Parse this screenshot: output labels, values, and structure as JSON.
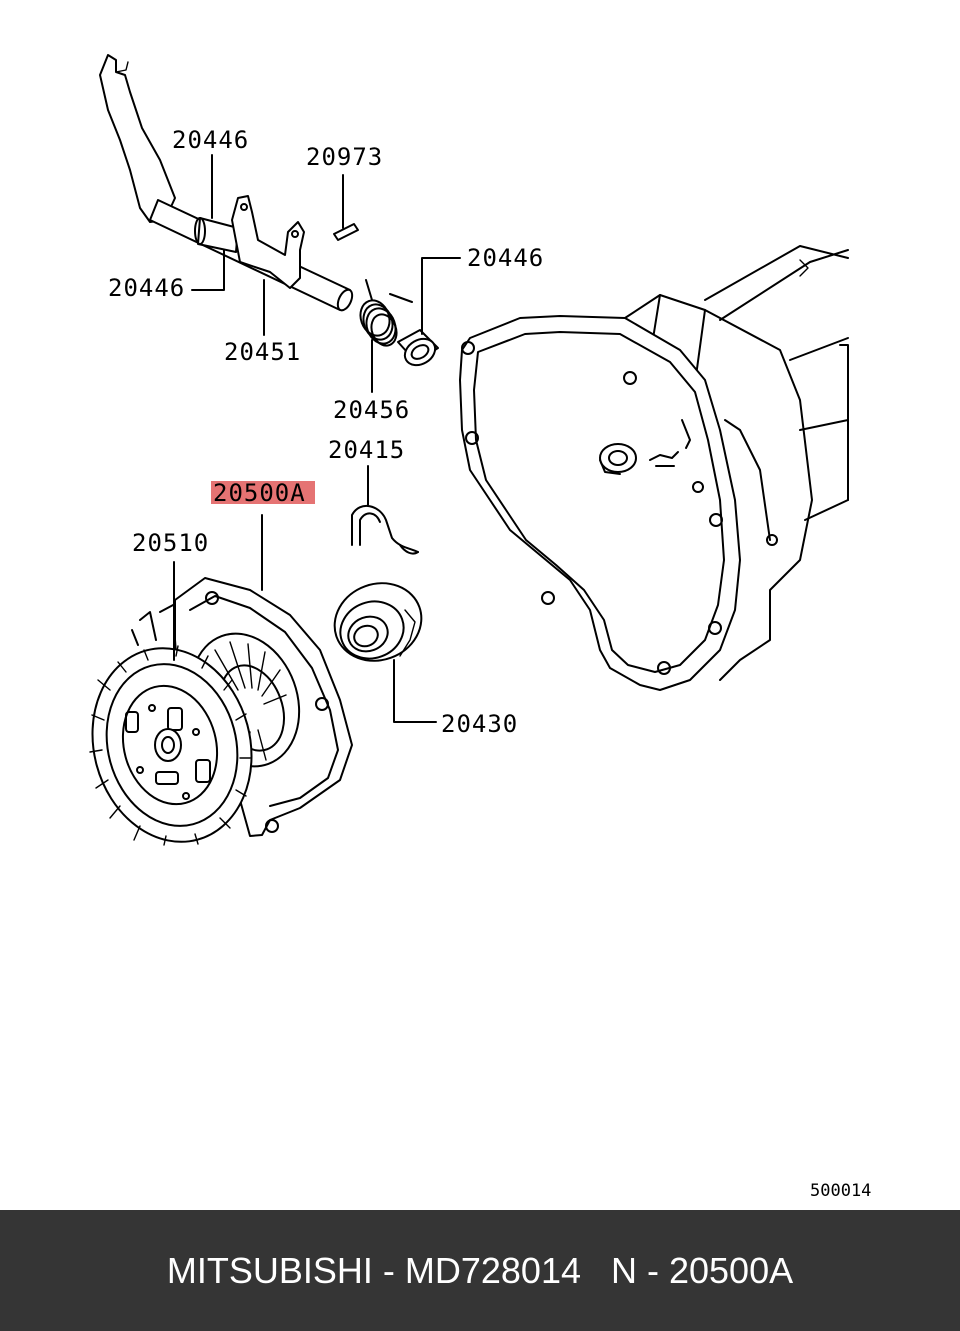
{
  "diagram": {
    "labels": {
      "shift_lever_bushing": "20446",
      "spring_pin": "20973",
      "lever_bushing_upper": "20446",
      "lever_bushing_left": "20446",
      "clutch_shift_shaft": "20451",
      "return_spring": "20456",
      "clip": "20415",
      "clutch_cover_assy": "20500A",
      "clutch_disc": "20510",
      "release_bearing": "20430"
    },
    "highlight_color": "#e57373",
    "diagram_code": "500014"
  },
  "footer": {
    "text": "MITSUBISHI - MD728014   N - 20500A",
    "background": "#353535",
    "text_color": "#ffffff"
  }
}
